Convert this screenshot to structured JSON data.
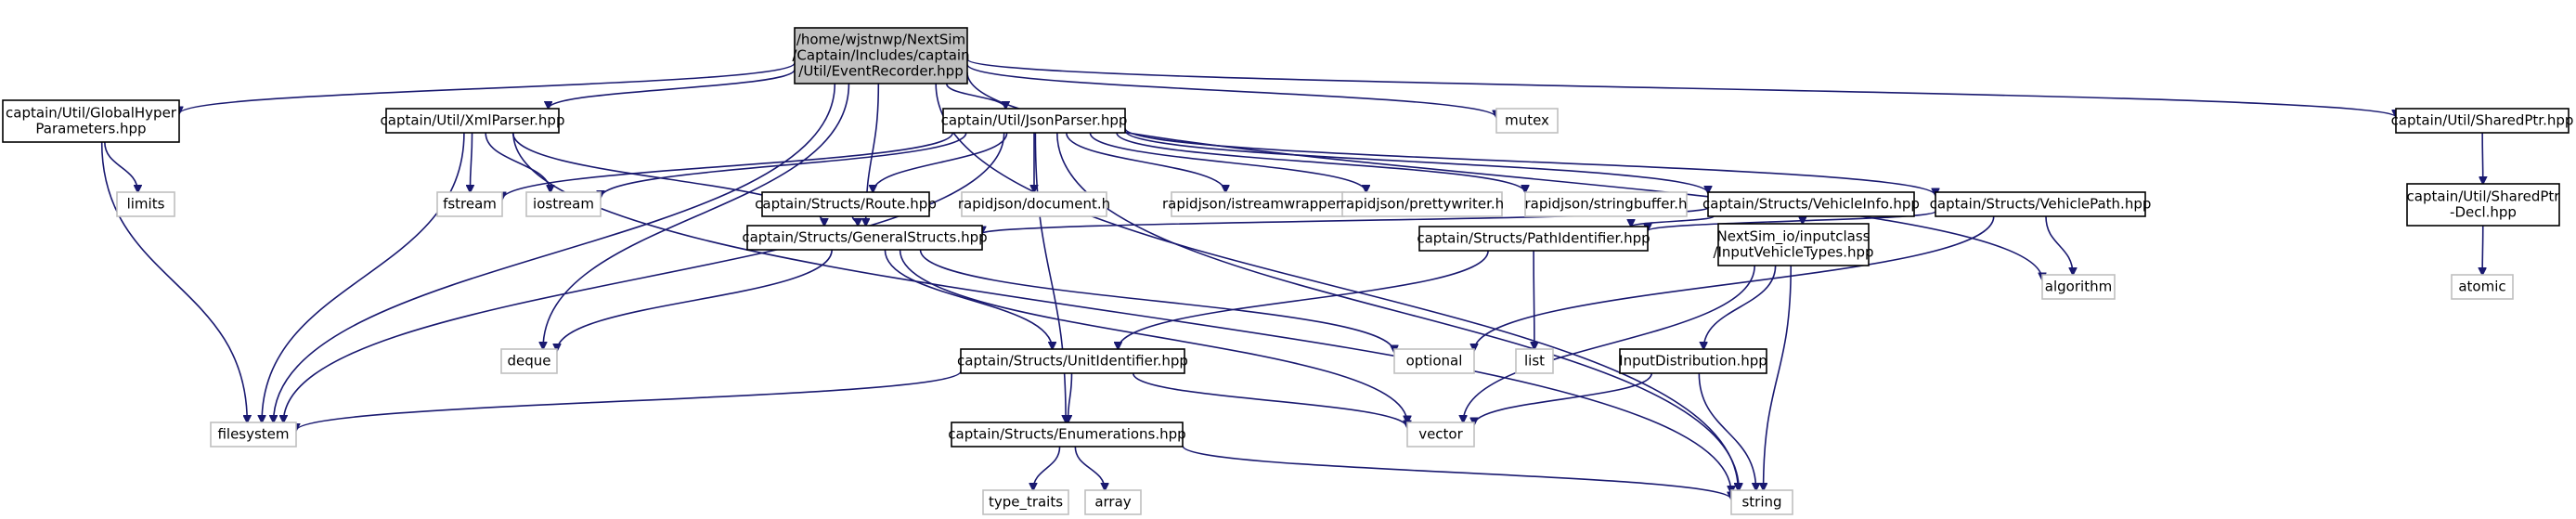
{
  "diagram": {
    "type": "include-dependency-graph",
    "colors": {
      "edge": "#191970",
      "root_fill": "#bfbfbf",
      "system_border": "#bfbfbf",
      "local_border": "#000000",
      "background": "#ffffff"
    },
    "nodes": [
      {
        "id": "root",
        "lines": [
          "/home/wjstnwp/NextSim",
          "/Captain/Includes/captain",
          "/Util/EventRecorder.hpp"
        ],
        "kind": "root"
      },
      {
        "id": "globalhyper",
        "lines": [
          "captain/Util/GlobalHyper",
          "Parameters.hpp"
        ],
        "kind": "local"
      },
      {
        "id": "xmlparser",
        "lines": [
          "captain/Util/XmlParser.hpp"
        ],
        "kind": "local"
      },
      {
        "id": "jsonparser",
        "lines": [
          "captain/Util/JsonParser.hpp"
        ],
        "kind": "local"
      },
      {
        "id": "mutex",
        "lines": [
          "mutex"
        ],
        "kind": "system"
      },
      {
        "id": "sharedptr",
        "lines": [
          "captain/Util/SharedPtr.hpp"
        ],
        "kind": "local"
      },
      {
        "id": "limits",
        "lines": [
          "limits"
        ],
        "kind": "system"
      },
      {
        "id": "fstream",
        "lines": [
          "fstream"
        ],
        "kind": "system"
      },
      {
        "id": "iostream",
        "lines": [
          "iostream"
        ],
        "kind": "system"
      },
      {
        "id": "route",
        "lines": [
          "captain/Structs/Route.hpp"
        ],
        "kind": "local"
      },
      {
        "id": "rj_document",
        "lines": [
          "rapidjson/document.h"
        ],
        "kind": "system"
      },
      {
        "id": "rj_istream",
        "lines": [
          "rapidjson/istreamwrapper.h"
        ],
        "kind": "system"
      },
      {
        "id": "rj_pretty",
        "lines": [
          "rapidjson/prettywriter.h"
        ],
        "kind": "system"
      },
      {
        "id": "rj_stringbuffer",
        "lines": [
          "rapidjson/stringbuffer.h"
        ],
        "kind": "system"
      },
      {
        "id": "vehicleinfo",
        "lines": [
          "captain/Structs/VehicleInfo.hpp"
        ],
        "kind": "local"
      },
      {
        "id": "vehiclepath",
        "lines": [
          "captain/Structs/VehiclePath.hpp"
        ],
        "kind": "local"
      },
      {
        "id": "sharedptrdecl",
        "lines": [
          "captain/Util/SharedPtr",
          "-Decl.hpp"
        ],
        "kind": "local"
      },
      {
        "id": "generalstructs",
        "lines": [
          "captain/Structs/GeneralStructs.hpp"
        ],
        "kind": "local"
      },
      {
        "id": "pathidentifier",
        "lines": [
          "captain/Structs/PathIdentifier.hpp"
        ],
        "kind": "local"
      },
      {
        "id": "inputvehicletypes",
        "lines": [
          "NextSim_io/inputclass",
          "/InputVehicleTypes.hpp"
        ],
        "kind": "local"
      },
      {
        "id": "algorithm",
        "lines": [
          "algorithm"
        ],
        "kind": "system"
      },
      {
        "id": "atomic",
        "lines": [
          "atomic"
        ],
        "kind": "system"
      },
      {
        "id": "deque",
        "lines": [
          "deque"
        ],
        "kind": "system"
      },
      {
        "id": "optional",
        "lines": [
          "optional"
        ],
        "kind": "system"
      },
      {
        "id": "list",
        "lines": [
          "list"
        ],
        "kind": "system"
      },
      {
        "id": "inputdistribution",
        "lines": [
          "InputDistribution.hpp"
        ],
        "kind": "local"
      },
      {
        "id": "unitidentifier",
        "lines": [
          "captain/Structs/UnitIdentifier.hpp"
        ],
        "kind": "local"
      },
      {
        "id": "filesystem",
        "lines": [
          "filesystem"
        ],
        "kind": "system"
      },
      {
        "id": "vector",
        "lines": [
          "vector"
        ],
        "kind": "system"
      },
      {
        "id": "enumerations",
        "lines": [
          "captain/Structs/Enumerations.hpp"
        ],
        "kind": "local"
      },
      {
        "id": "type_traits",
        "lines": [
          "type_traits"
        ],
        "kind": "system"
      },
      {
        "id": "array",
        "lines": [
          "array"
        ],
        "kind": "system"
      },
      {
        "id": "string",
        "lines": [
          "string"
        ],
        "kind": "system"
      }
    ],
    "edges": [
      [
        "root",
        "globalhyper"
      ],
      [
        "root",
        "xmlparser"
      ],
      [
        "root",
        "jsonparser"
      ],
      [
        "root",
        "mutex"
      ],
      [
        "root",
        "sharedptr"
      ],
      [
        "root",
        "generalstructs"
      ],
      [
        "root",
        "filesystem"
      ],
      [
        "root",
        "deque"
      ],
      [
        "root",
        "algorithm"
      ],
      [
        "root",
        "string"
      ],
      [
        "globalhyper",
        "limits"
      ],
      [
        "globalhyper",
        "filesystem"
      ],
      [
        "xmlparser",
        "fstream"
      ],
      [
        "xmlparser",
        "iostream"
      ],
      [
        "xmlparser",
        "generalstructs"
      ],
      [
        "xmlparser",
        "filesystem"
      ],
      [
        "xmlparser",
        "string"
      ],
      [
        "jsonparser",
        "fstream"
      ],
      [
        "jsonparser",
        "iostream"
      ],
      [
        "jsonparser",
        "route"
      ],
      [
        "jsonparser",
        "rj_document"
      ],
      [
        "jsonparser",
        "rj_istream"
      ],
      [
        "jsonparser",
        "rj_pretty"
      ],
      [
        "jsonparser",
        "rj_stringbuffer"
      ],
      [
        "jsonparser",
        "vehicleinfo"
      ],
      [
        "jsonparser",
        "vehiclepath"
      ],
      [
        "jsonparser",
        "filesystem"
      ],
      [
        "jsonparser",
        "enumerations"
      ],
      [
        "jsonparser",
        "string"
      ],
      [
        "sharedptr",
        "sharedptrdecl"
      ],
      [
        "sharedptrdecl",
        "atomic"
      ],
      [
        "route",
        "generalstructs"
      ],
      [
        "vehicleinfo",
        "generalstructs"
      ],
      [
        "vehicleinfo",
        "pathidentifier"
      ],
      [
        "vehicleinfo",
        "inputvehicletypes"
      ],
      [
        "vehiclepath",
        "pathidentifier"
      ],
      [
        "vehiclepath",
        "algorithm"
      ],
      [
        "vehiclepath",
        "optional"
      ],
      [
        "generalstructs",
        "deque"
      ],
      [
        "generalstructs",
        "optional"
      ],
      [
        "generalstructs",
        "unitidentifier"
      ],
      [
        "generalstructs",
        "vector"
      ],
      [
        "pathidentifier",
        "list"
      ],
      [
        "pathidentifier",
        "unitidentifier"
      ],
      [
        "inputvehicletypes",
        "inputdistribution"
      ],
      [
        "inputvehicletypes",
        "vector"
      ],
      [
        "inputvehicletypes",
        "string"
      ],
      [
        "inputdistribution",
        "vector"
      ],
      [
        "inputdistribution",
        "string"
      ],
      [
        "unitidentifier",
        "filesystem"
      ],
      [
        "unitidentifier",
        "enumerations"
      ],
      [
        "unitidentifier",
        "vector"
      ],
      [
        "enumerations",
        "type_traits"
      ],
      [
        "enumerations",
        "array"
      ],
      [
        "enumerations",
        "string"
      ]
    ]
  }
}
